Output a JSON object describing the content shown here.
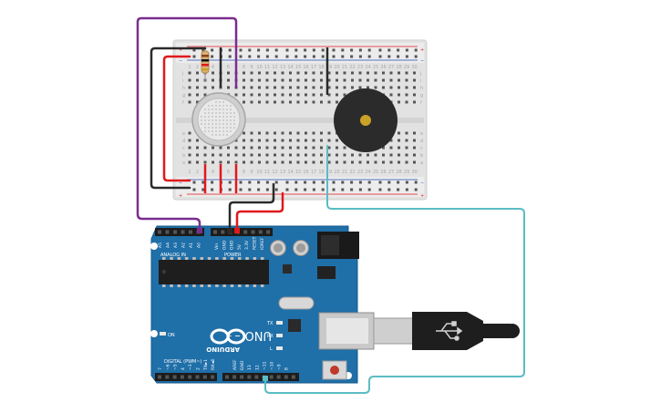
{
  "breadboard": {
    "row_letters_top": [
      "j",
      "i",
      "h",
      "g",
      "f"
    ],
    "row_letters_bottom": [
      "e",
      "d",
      "c",
      "b",
      "a"
    ],
    "column_numbers": [
      "1",
      "2",
      "3",
      "4",
      "5",
      "6",
      "7",
      "8",
      "9",
      "10",
      "11",
      "12",
      "13",
      "14",
      "15",
      "16",
      "17",
      "18",
      "19",
      "20",
      "21",
      "22",
      "23",
      "24",
      "25",
      "26",
      "27",
      "28",
      "29",
      "30"
    ],
    "rail_plus": "+",
    "rail_minus": "−"
  },
  "arduino": {
    "brand": "ARDUINO",
    "model": "UNO",
    "logo_symbols": "−  +",
    "on_label": "ON",
    "tx_label": "TX",
    "rx_label": "RX",
    "l_label": "L",
    "analog_in_label": "ANALOG IN",
    "power_label": "POWER",
    "digital_label": "DIGITAL (PWM~)",
    "analog_pins": [
      "A0",
      "A1",
      "A2",
      "A3",
      "A4",
      "A5"
    ],
    "power_pins": [
      "Vin",
      "GND",
      "GND",
      "5V",
      "3.3V",
      "RESET",
      "IOREF"
    ],
    "digital_pins_left": [
      "7",
      "~6",
      "~5",
      "4",
      "~3",
      "2",
      "TX►1",
      "RX◄0"
    ],
    "digital_pins_right": [
      "AREF",
      "GND",
      "13",
      "12",
      "~11",
      "~10",
      "~9",
      "8"
    ]
  },
  "colors": {
    "wire_purple": "#7b2d8e",
    "wire_red": "#e0191c",
    "wire_black": "#2a2a2a",
    "wire_teal": "#5bbcc4",
    "board_blue": "#1f6fa8",
    "breadboard": "#e4e4e4"
  },
  "icons": {
    "usb": "usb-icon",
    "buzzer": "piezo-buzzer",
    "sensor": "gas-sensor"
  }
}
